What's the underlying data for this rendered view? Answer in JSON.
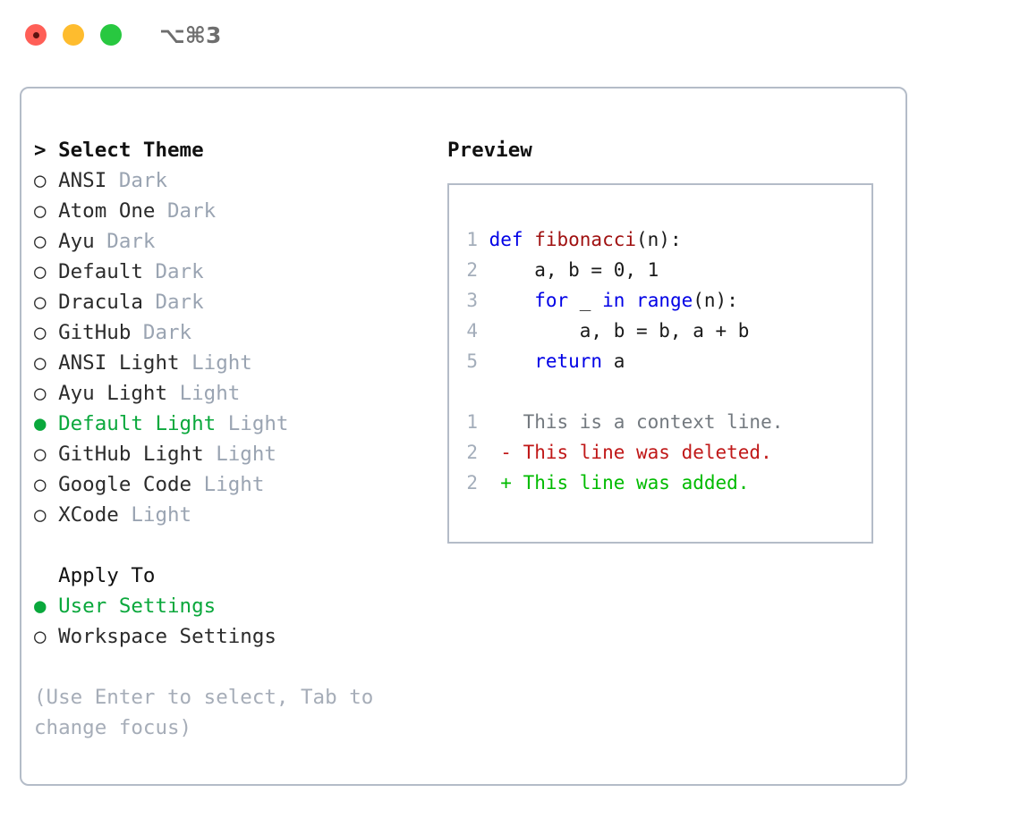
{
  "window": {
    "shortcut": "⌥⌘3",
    "traffic_lights": [
      "close-dot",
      "minimize-dot",
      "maximize-dot"
    ],
    "colors": {
      "close": "#ff5f57",
      "minimize": "#febc2e",
      "maximize": "#28c840",
      "panel_border": "#b4bcc8",
      "accent_green": "#0aa83c",
      "muted": "#9aa4b2",
      "keyword_blue": "#0000e6",
      "function_red": "#a01111",
      "diff_add": "#00bb00",
      "diff_del": "#c01818"
    }
  },
  "theme_picker": {
    "heading": "> Select Theme",
    "items": [
      {
        "bullet": "○",
        "name": "ANSI",
        "tag": "Dark",
        "selected": false
      },
      {
        "bullet": "○",
        "name": "Atom One",
        "tag": "Dark",
        "selected": false
      },
      {
        "bullet": "○",
        "name": "Ayu",
        "tag": "Dark",
        "selected": false
      },
      {
        "bullet": "○",
        "name": "Default",
        "tag": "Dark",
        "selected": false
      },
      {
        "bullet": "○",
        "name": "Dracula",
        "tag": "Dark",
        "selected": false
      },
      {
        "bullet": "○",
        "name": "GitHub",
        "tag": "Dark",
        "selected": false
      },
      {
        "bullet": "○",
        "name": "ANSI Light",
        "tag": "Light",
        "selected": false
      },
      {
        "bullet": "○",
        "name": "Ayu Light",
        "tag": "Light",
        "selected": false
      },
      {
        "bullet": "●",
        "name": "Default Light",
        "tag": "Light",
        "selected": true
      },
      {
        "bullet": "○",
        "name": "GitHub Light",
        "tag": "Light",
        "selected": false
      },
      {
        "bullet": "○",
        "name": "Google Code",
        "tag": "Light",
        "selected": false
      },
      {
        "bullet": "○",
        "name": "XCode",
        "tag": "Light",
        "selected": false
      }
    ]
  },
  "apply_to": {
    "heading": "  Apply To",
    "items": [
      {
        "bullet": "●",
        "name": "User Settings",
        "selected": true
      },
      {
        "bullet": "○",
        "name": "Workspace Settings",
        "selected": false
      }
    ]
  },
  "hint": {
    "line1": "(Use Enter to select, Tab to",
    "line2": "change focus)"
  },
  "preview": {
    "heading": "Preview",
    "code": [
      {
        "num": "1",
        "tokens": [
          {
            "t": " def ",
            "c": "kw"
          },
          {
            "t": "fibonacci",
            "c": "fn"
          },
          {
            "t": "(n):",
            "c": "pln"
          }
        ]
      },
      {
        "num": "2",
        "tokens": [
          {
            "t": "     a, b = 0, 1",
            "c": "pln"
          }
        ]
      },
      {
        "num": "3",
        "tokens": [
          {
            "t": "     ",
            "c": "pln"
          },
          {
            "t": "for",
            "c": "kw"
          },
          {
            "t": " _ ",
            "c": "pln"
          },
          {
            "t": "in",
            "c": "kw"
          },
          {
            "t": " ",
            "c": "pln"
          },
          {
            "t": "range",
            "c": "kw"
          },
          {
            "t": "(n):",
            "c": "pln"
          }
        ]
      },
      {
        "num": "4",
        "tokens": [
          {
            "t": "         a, b = b, a + b",
            "c": "pln"
          }
        ]
      },
      {
        "num": "5",
        "tokens": [
          {
            "t": "     ",
            "c": "pln"
          },
          {
            "t": "return",
            "c": "kw"
          },
          {
            "t": " a",
            "c": "pln"
          }
        ]
      }
    ],
    "diff": [
      {
        "num": "1",
        "marker": "  ",
        "text": "This is a context line.",
        "kind": "ctx"
      },
      {
        "num": "2",
        "marker": "- ",
        "text": "This line was deleted.",
        "kind": "del"
      },
      {
        "num": "2",
        "marker": "+ ",
        "text": "This line was added.",
        "kind": "add"
      }
    ]
  }
}
